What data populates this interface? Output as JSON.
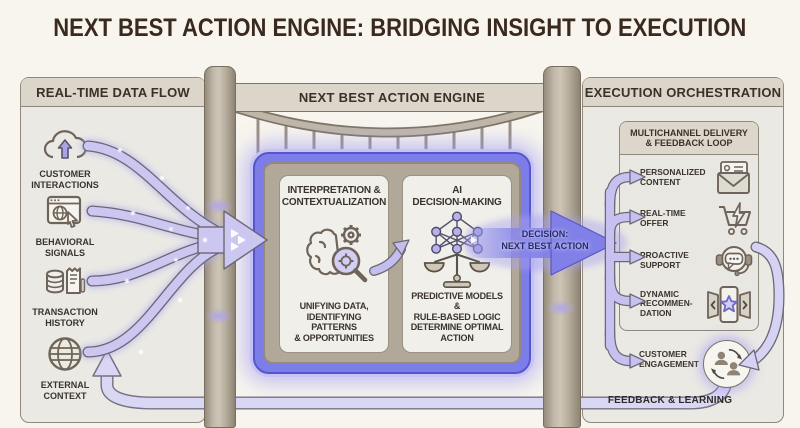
{
  "title": "NEXT BEST ACTION ENGINE: BRIDGING INSIGHT TO EXECUTION",
  "left_panel": {
    "header": "REAL-TIME DATA FLOW",
    "items": [
      {
        "label": "CUSTOMER\nINTERACTIONS",
        "icon": "cloud-upload-icon"
      },
      {
        "label": "BEHAVIORAL\nSIGNALS",
        "icon": "browser-cursor-icon"
      },
      {
        "label": "TRANSACTION\nHISTORY",
        "icon": "coins-receipt-icon"
      },
      {
        "label": "EXTERNAL\nCONTEXT",
        "icon": "globe-icon"
      }
    ]
  },
  "engine_panel": {
    "header": "NEXT BEST ACTION ENGINE",
    "cards": [
      {
        "title": "INTERPRETATION &\nCONTEXTUALIZATION",
        "subtitle": "UNIFYING DATA,\nIDENTIFYING PATTERNS\n& OPPORTUNITIES",
        "icon": "brain-analysis-icon"
      },
      {
        "title": "AI\nDECISION-MAKING",
        "subtitle": "PREDICTIVE MODELS &\nRULE-BASED LOGIC\nDETERMINE OPTIMAL\nACTION",
        "icon": "neural-scales-icon"
      }
    ],
    "decision_badge": {
      "line1": "DECISION:",
      "line2": "NEXT BEST ACTION"
    }
  },
  "right_panel": {
    "header": "EXECUTION ORCHESTRATION",
    "delivery_box": {
      "header": "MULTICHANNEL DELIVERY\n& FEEDBACK LOOP",
      "items": [
        {
          "label": "PERSONALIZED\nCONTENT",
          "icon": "envelope-profile-icon"
        },
        {
          "label": "REAL-TIME\nOFFER",
          "icon": "cart-lightning-icon"
        },
        {
          "label": "PROACTIVE\nSUPPORT",
          "icon": "support-bot-icon"
        },
        {
          "label": "DYNAMIC\nRECOMMEN-\nDATION",
          "icon": "carousel-star-icon"
        }
      ]
    },
    "engagement": {
      "label": "CUSTOMER\nENGAGEMENT",
      "icon": "people-cycle-icon"
    },
    "feedback_label": "FEEDBACK & LEARNING"
  },
  "colors": {
    "background": "#f8f5ee",
    "accent_purple": "#7d7dea",
    "ribbon_lavender": "#cbc7f1",
    "beige_header": "#dcd5c9",
    "pillar_taupe": "#b3a998",
    "text_dark": "#3a332c"
  }
}
